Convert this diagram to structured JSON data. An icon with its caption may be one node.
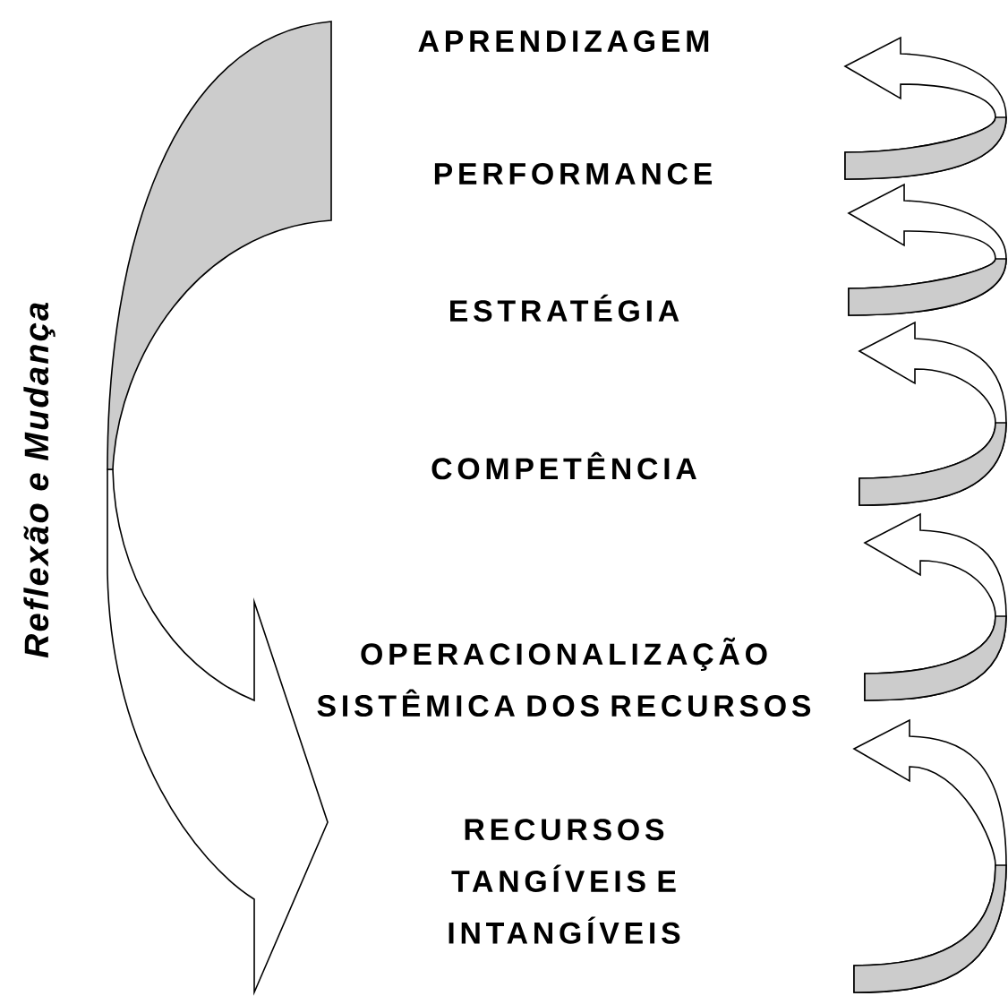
{
  "diagram": {
    "nodes": [
      {
        "text": [
          "APRENDIZAGEM"
        ]
      },
      {
        "text": [
          "PERFORMANCE"
        ]
      },
      {
        "text": [
          "ESTRATÉGIA"
        ]
      },
      {
        "text": [
          "COMPETÊNCIA"
        ]
      },
      {
        "text": [
          "OPERACIONALIZAÇÃO SISTÊMICA DOS RECURSOS"
        ]
      },
      {
        "text": [
          "RECURSOS TANGÍVEIS E INTANGÍVEIS"
        ]
      }
    ],
    "labels": [
      "Reflexão e Mudança"
    ]
  }
}
